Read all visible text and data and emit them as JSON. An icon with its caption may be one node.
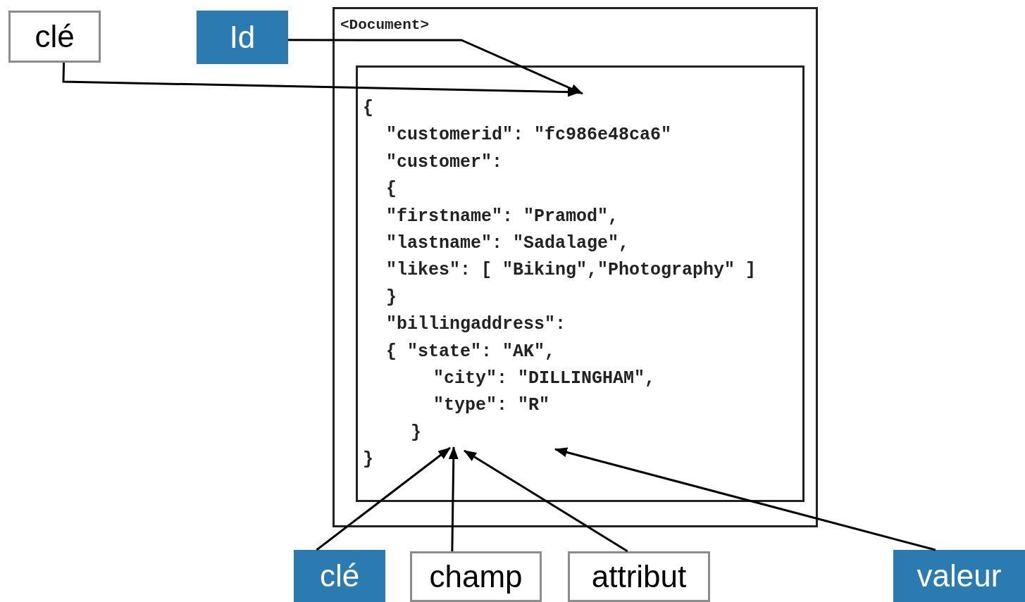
{
  "diagram": {
    "nodes": [
      {
        "text": [
          "clé"
        ]
      },
      {
        "text": [
          "Id"
        ]
      },
      {
        "text": [
          "<Document>"
        ]
      },
      {
        "text": [
          "{",
          "\"customerid\": \"fc986e48ca6\"",
          "\"customer\":",
          "{",
          "\"firstname\": \"Pramod\",",
          "\"lastname\": \"Sadalage\",",
          "\"likes\": [ \"Biking\",\"Photography\" ]",
          "}",
          "\"billingaddress\":",
          "{ \"state\": \"AK\",",
          "\"city\": \"DILLINGHAM\",",
          "\"type\": \"R\"",
          "}",
          "}"
        ],
        "in": 2
      },
      {
        "text": [
          "clé"
        ]
      },
      {
        "text": [
          "champ"
        ]
      },
      {
        "text": [
          "attribut"
        ]
      },
      {
        "text": [
          "valeur"
        ]
      }
    ],
    "edges": [
      {
        "from": 0,
        "to": 3,
        "arrow": "to"
      },
      {
        "from": 1,
        "to": 3,
        "arrow": "to"
      },
      {
        "from": 4,
        "to": 3,
        "arrow": "to"
      },
      {
        "from": 5,
        "to": 3,
        "arrow": "to"
      },
      {
        "from": 6,
        "to": 3,
        "arrow": "to"
      },
      {
        "from": 7,
        "to": 3,
        "arrow": "to"
      }
    ]
  }
}
